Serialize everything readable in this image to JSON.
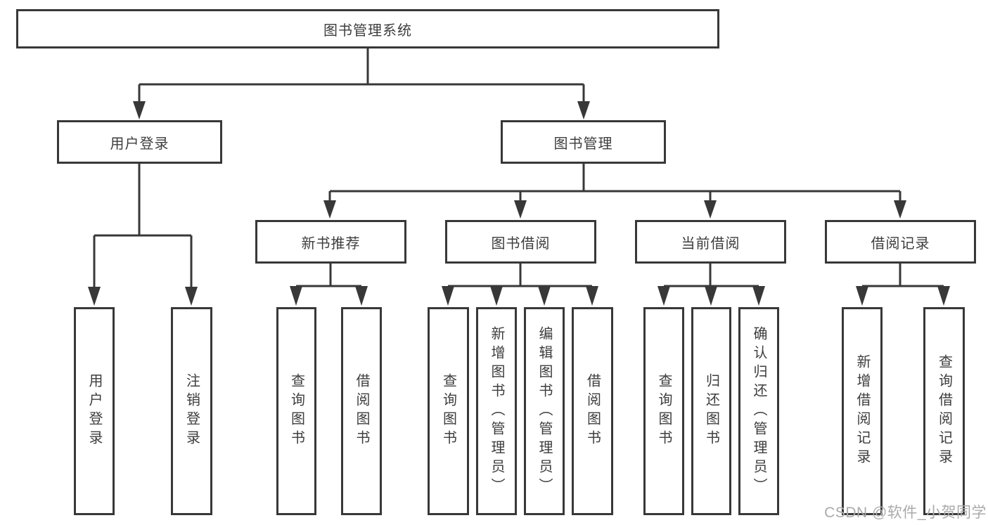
{
  "diagram_title": "图书管理系统",
  "tree": {
    "root": {
      "label": "图书管理系统",
      "children": [
        {
          "label": "用户登录",
          "children": [
            {
              "label": "用户登录"
            },
            {
              "label": "注销登录"
            }
          ]
        },
        {
          "label": "图书管理",
          "children": [
            {
              "label": "新书推荐",
              "children": [
                {
                  "label": "查询图书"
                },
                {
                  "label": "借阅图书"
                }
              ]
            },
            {
              "label": "图书借阅",
              "children": [
                {
                  "label": "查询图书"
                },
                {
                  "label": "新增图书（管理员）"
                },
                {
                  "label": "编辑图书（管理员）"
                },
                {
                  "label": "借阅图书"
                }
              ]
            },
            {
              "label": "当前借阅",
              "children": [
                {
                  "label": "查询图书"
                },
                {
                  "label": "归还图书"
                },
                {
                  "label": "确认归还（管理员）"
                }
              ]
            },
            {
              "label": "借阅记录",
              "children": [
                {
                  "label": "新增借阅记录"
                },
                {
                  "label": "查询借阅记录"
                }
              ]
            }
          ]
        }
      ]
    }
  },
  "watermark": "CSDN @软件_小贺同学",
  "colors": {
    "line": "#383838",
    "box_border": "#383838",
    "text": "#3d3d3d",
    "watermark": "#aaaaaa",
    "background": "#ffffff"
  }
}
